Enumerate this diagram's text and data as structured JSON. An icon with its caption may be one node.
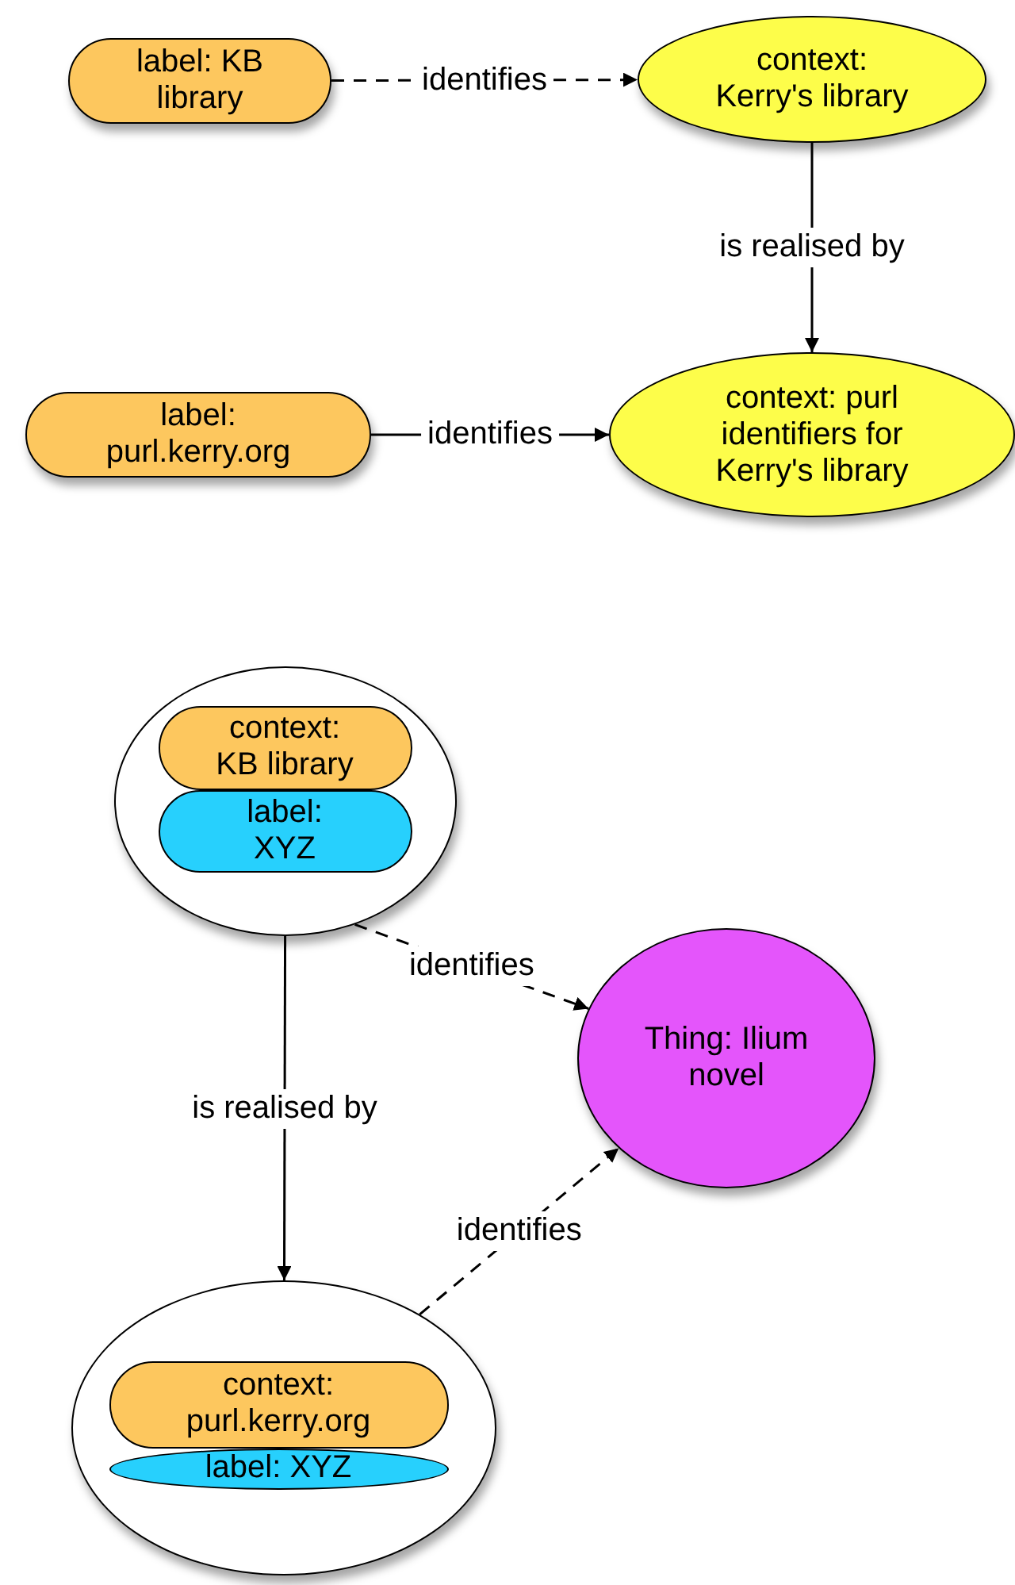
{
  "diagram": {
    "nodes": [
      {
        "text": [
          "label: KB library"
        ]
      },
      {
        "text": [
          "context: Kerry's library"
        ]
      },
      {
        "text": [
          "label: purl.kerry.org"
        ]
      },
      {
        "text": [
          "context: purl identifiers for Kerry's library"
        ]
      },
      {
        "text": [],
        "shape": "circle"
      },
      {
        "text": [
          "context: KB library"
        ],
        "in": 4
      },
      {
        "text": [
          "label: XYZ"
        ],
        "in": 4
      },
      {
        "text": [
          "Thing: Ilium novel"
        ]
      },
      {
        "text": [],
        "shape": "circle"
      },
      {
        "text": [
          "context: purl.kerry.org"
        ],
        "in": 8
      },
      {
        "text": [
          "label: XYZ"
        ],
        "in": 8
      }
    ],
    "edges": [
      {
        "from": 0,
        "to": 1,
        "arrow": "to",
        "label": "identifies",
        "style": "dashed"
      },
      {
        "from": 1,
        "to": 3,
        "arrow": "to",
        "label": "is realised by"
      },
      {
        "from": 2,
        "to": 3,
        "arrow": "to",
        "label": "identifies"
      },
      {
        "from": 4,
        "to": 7,
        "arrow": "to",
        "label": "identifies",
        "style": "dashed"
      },
      {
        "from": 4,
        "to": 8,
        "arrow": "to",
        "label": "is realised by"
      },
      {
        "from": 8,
        "to": 7,
        "arrow": "to",
        "label": "identifies",
        "style": "dashed"
      }
    ]
  }
}
